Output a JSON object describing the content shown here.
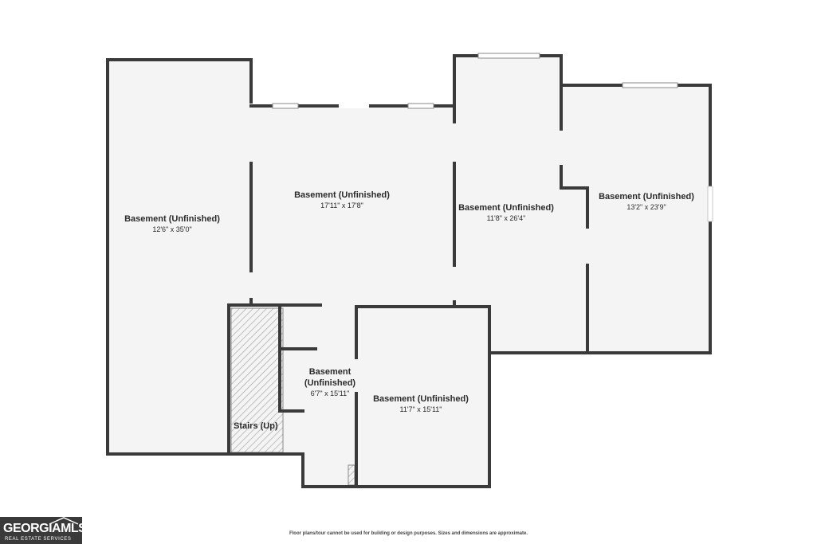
{
  "rooms": [
    {
      "name": "Basement (Unfinished)",
      "dim": "12'6\" x 35'0\""
    },
    {
      "name": "Basement (Unfinished)",
      "dim": "17'11\" x 17'8\""
    },
    {
      "name": "Basement (Unfinished)",
      "dim": "11'8\" x 26'4\""
    },
    {
      "name": "Basement (Unfinished)",
      "dim": "13'2\" x 23'9\""
    },
    {
      "name": "Basement\n(Unfinished)",
      "dim": "6'7\" x 15'11\""
    },
    {
      "name": "Basement (Unfinished)",
      "dim": "11'7\" x 15'11\""
    }
  ],
  "stairs": {
    "label": "Stairs (Up)"
  },
  "disclaimer": "Floor plans/tour cannot be used for building or design purposes. Sizes and dimensions are approximate.",
  "logo": {
    "main": "GEORGIAMLS",
    "sub": "REAL ESTATE SERVICES"
  },
  "colors": {
    "wall": "#3a3a3a",
    "floor": "#f4f4f4",
    "window": "#ffffff",
    "logo_bg": "#3a3a3a"
  }
}
